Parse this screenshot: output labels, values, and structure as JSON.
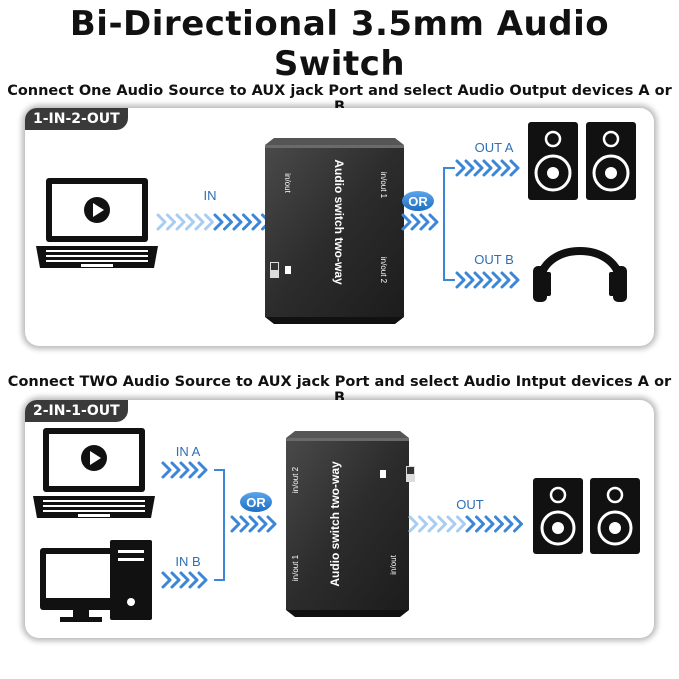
{
  "title": "Bi-Directional 3.5mm Audio Switch",
  "section1": {
    "heading": "Connect One Audio Source to AUX jack Port and select Audio Output devices A or B",
    "badge": "1-IN-2-OUT",
    "in_label": "IN",
    "or_label": "OR",
    "out_a_label": "OUT A",
    "out_b_label": "OUT B",
    "device": {
      "name": "Audio switch two-way",
      "port_in": "in/out",
      "port_1": "in/out 1",
      "port_2": "in/out 2"
    }
  },
  "section2": {
    "heading": "Connect TWO Audio Source to AUX jack Port and select Audio Intput devices A or B",
    "badge": "2-IN-1-OUT",
    "in_a_label": "IN A",
    "in_b_label": "IN B",
    "or_label": "OR",
    "out_label": "OUT",
    "device": {
      "name": "Audio switch two-way",
      "port_out": "in/out",
      "port_1": "in/out 1",
      "port_2": "in/out 2"
    }
  },
  "colors": {
    "arrow": "#3b86d6",
    "arrow_light": "#a9cdf2",
    "or_badge": "#2f83d8",
    "device_body": "#2b2b2b",
    "badge_bg": "#3a3a3a"
  }
}
